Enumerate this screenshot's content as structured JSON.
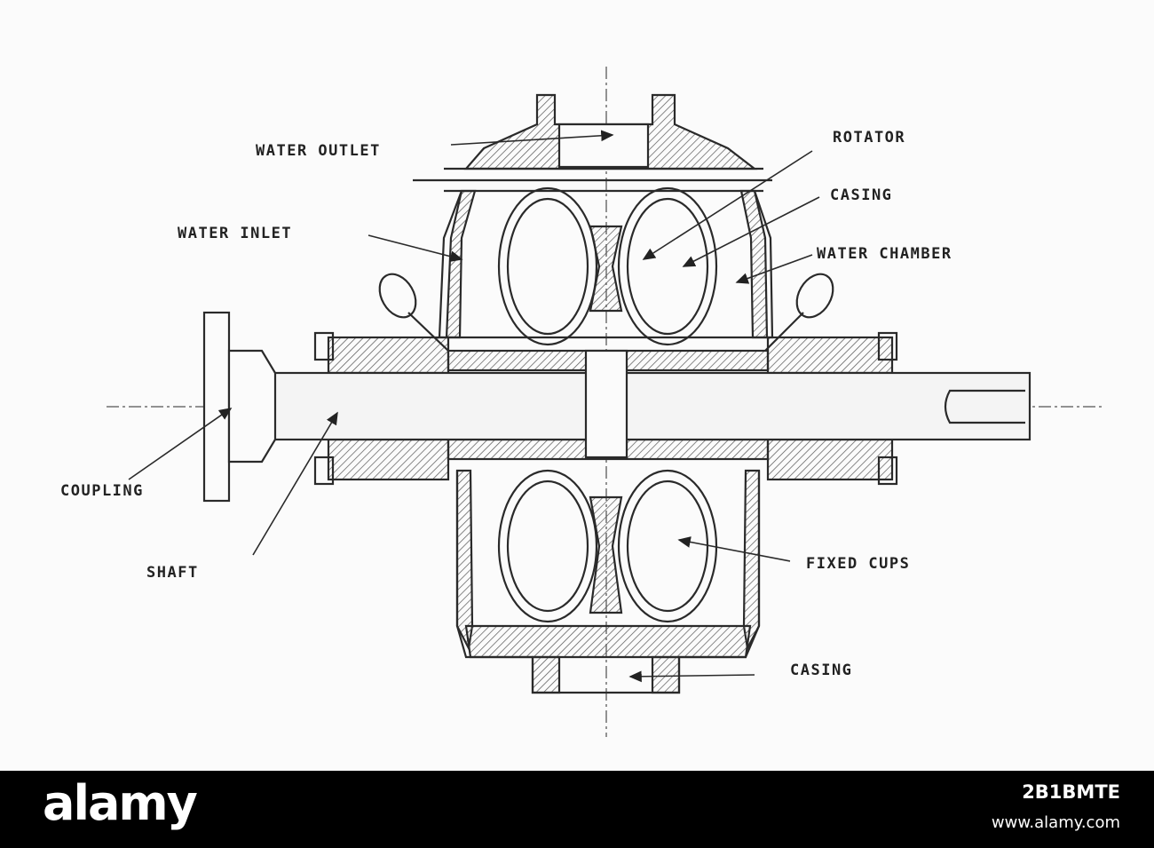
{
  "labels": {
    "water_outlet": "WATER OUTLET",
    "rotator": "ROTATOR",
    "casing_top": "CASING",
    "water_inlet": "WATER INLET",
    "water_chamber": "WATER CHAMBER",
    "coupling": "COUPLING",
    "shaft": "SHAFT",
    "fixed_cups": "FIXED CUPS",
    "casing_bottom": "CASING"
  },
  "footer": {
    "brand": "alamy",
    "image_id": "2B1BMTE",
    "url": "www.alamy.com"
  },
  "colors": {
    "ink": "#2a2a2a",
    "hatch": "#555555",
    "footer_bg": "#000000",
    "footer_text": "#ffffff"
  }
}
